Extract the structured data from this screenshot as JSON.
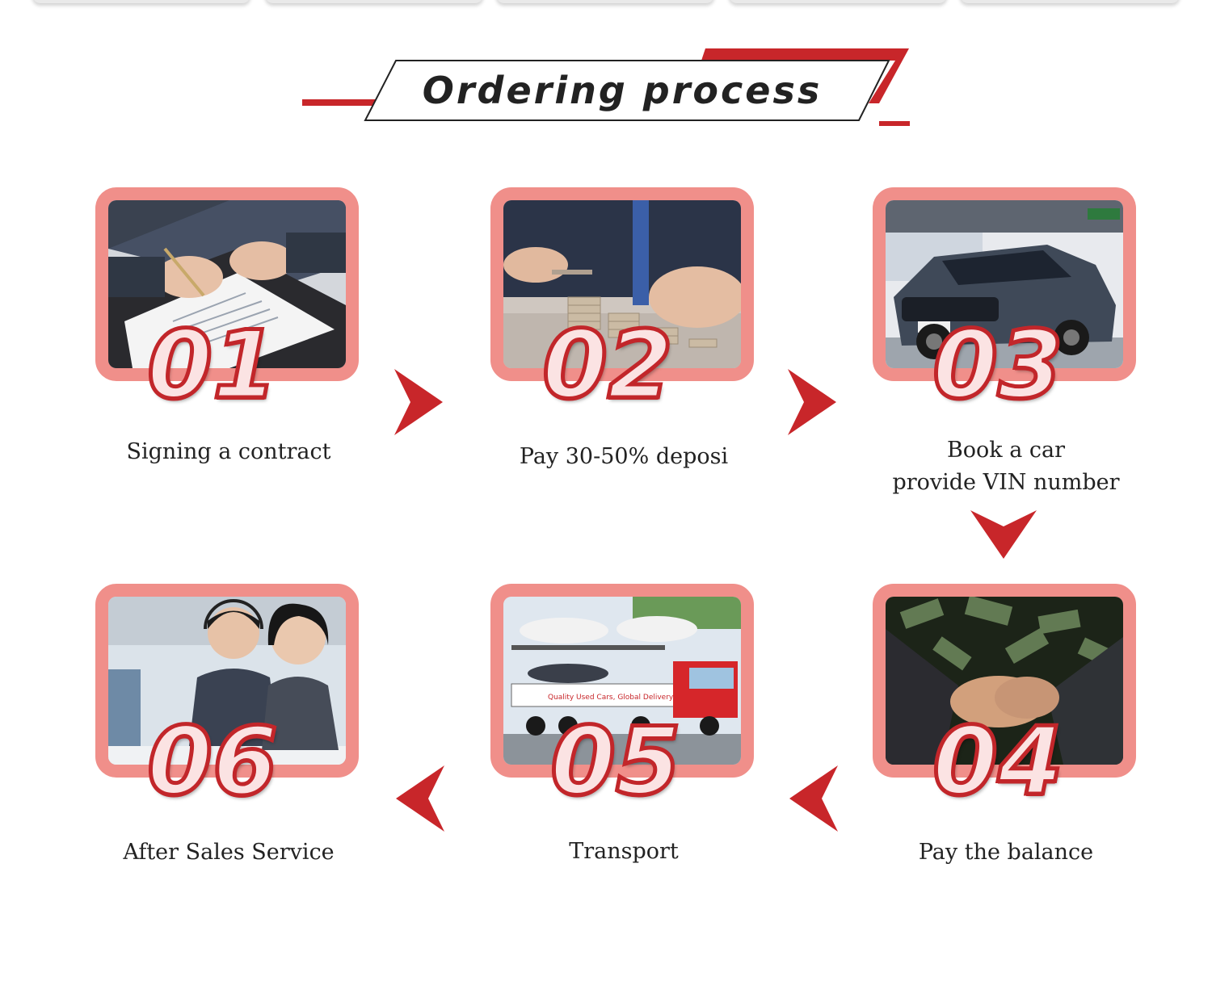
{
  "header": {
    "title": "Ordering process"
  },
  "colors": {
    "accent": "#c8262a",
    "frame": "#f08f8a",
    "number_fill": "#fbe3e3"
  },
  "steps": [
    {
      "number": "01",
      "label": "Signing a contract",
      "icon": "contract-signing-photo"
    },
    {
      "number": "02",
      "label": "Pay 30-50% deposi",
      "icon": "coins-deposit-photo"
    },
    {
      "number": "03",
      "label": "Book a car",
      "label2": "provide VIN number",
      "icon": "suv-showroom-photo"
    },
    {
      "number": "04",
      "label": "Pay the balance",
      "icon": "handshake-money-photo"
    },
    {
      "number": "05",
      "label": "Transport",
      "icon": "car-carrier-truck-photo",
      "truck_text": "Quality Used Cars, Global Delivery"
    },
    {
      "number": "06",
      "label": "After Sales Service",
      "icon": "customer-service-photo"
    }
  ]
}
